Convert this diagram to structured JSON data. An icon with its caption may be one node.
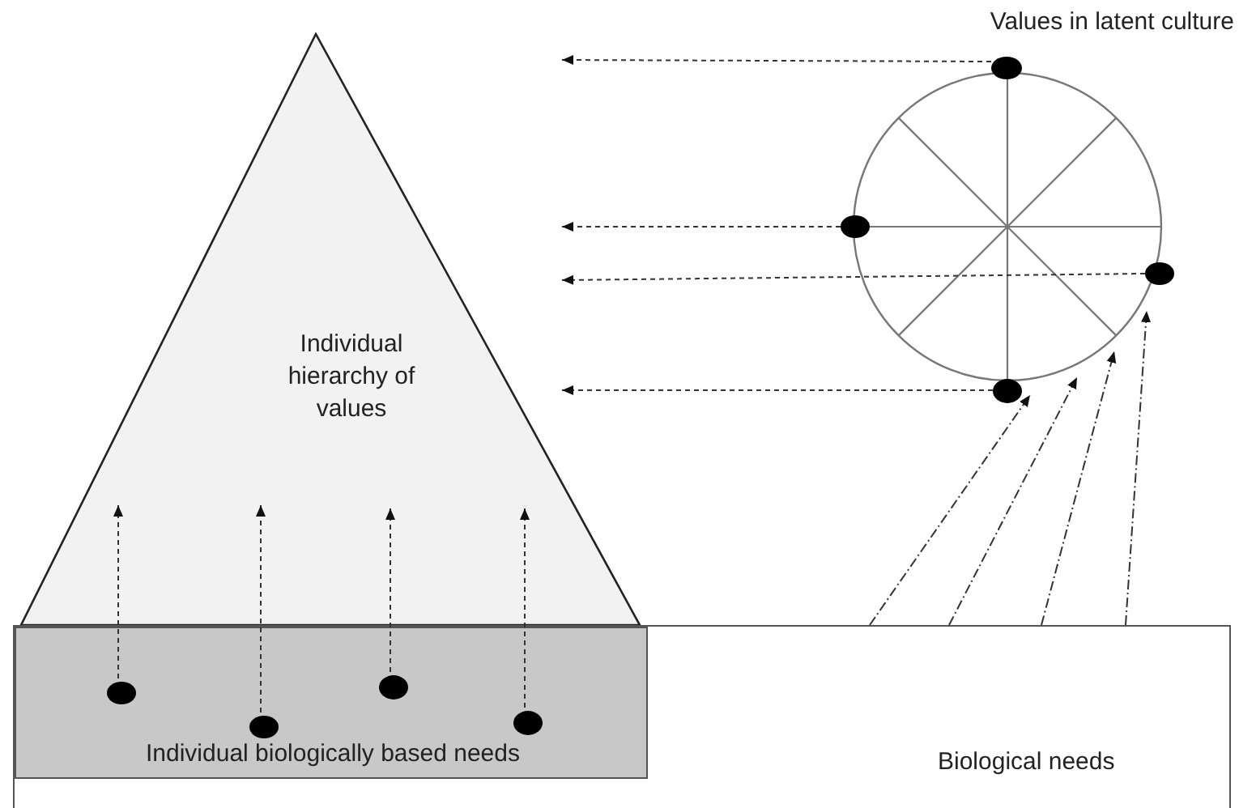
{
  "diagram": {
    "nodes": [
      {
        "text": [
          "Individual hierarchy of values"
        ]
      },
      {
        "text": [
          "Biological needs"
        ]
      },
      {
        "text": [
          "Individual biologically based needs"
        ],
        "in": 1
      },
      {
        "text": [],
        "shape": "circle",
        "in": 2
      },
      {
        "text": [],
        "shape": "circle",
        "in": 2
      },
      {
        "text": [],
        "shape": "circle",
        "in": 2
      },
      {
        "text": [],
        "shape": "circle",
        "in": 2
      },
      {
        "text": [
          "Values in latent culture"
        ]
      },
      {
        "text": [],
        "shape": "circle"
      },
      {
        "text": [],
        "shape": "circle"
      },
      {
        "text": [],
        "shape": "circle"
      },
      {
        "text": [],
        "shape": "circle"
      }
    ],
    "edges": [
      {
        "from": 3,
        "to": 0,
        "arrow": "to",
        "style": "dashed"
      },
      {
        "from": 4,
        "to": 0,
        "arrow": "to",
        "style": "dashed"
      },
      {
        "from": 5,
        "to": 0,
        "arrow": "to",
        "style": "dashed"
      },
      {
        "from": 6,
        "to": 0,
        "arrow": "to",
        "style": "dashed"
      },
      {
        "from": 8,
        "to": null,
        "arrow": "to",
        "style": "dashed"
      },
      {
        "from": 9,
        "to": null,
        "arrow": "to",
        "style": "dashed"
      },
      {
        "from": 10,
        "to": null,
        "arrow": "to",
        "style": "dashed"
      },
      {
        "from": 11,
        "to": null,
        "arrow": "to",
        "style": "dashed"
      },
      {
        "from": 1,
        "to": 7,
        "arrow": "to",
        "style": "dashed"
      },
      {
        "from": 1,
        "to": 7,
        "arrow": "to",
        "style": "dashed"
      },
      {
        "from": 1,
        "to": 7,
        "arrow": "to",
        "style": "dashed"
      },
      {
        "from": 1,
        "to": 7,
        "arrow": "to",
        "style": "dashed"
      }
    ]
  }
}
